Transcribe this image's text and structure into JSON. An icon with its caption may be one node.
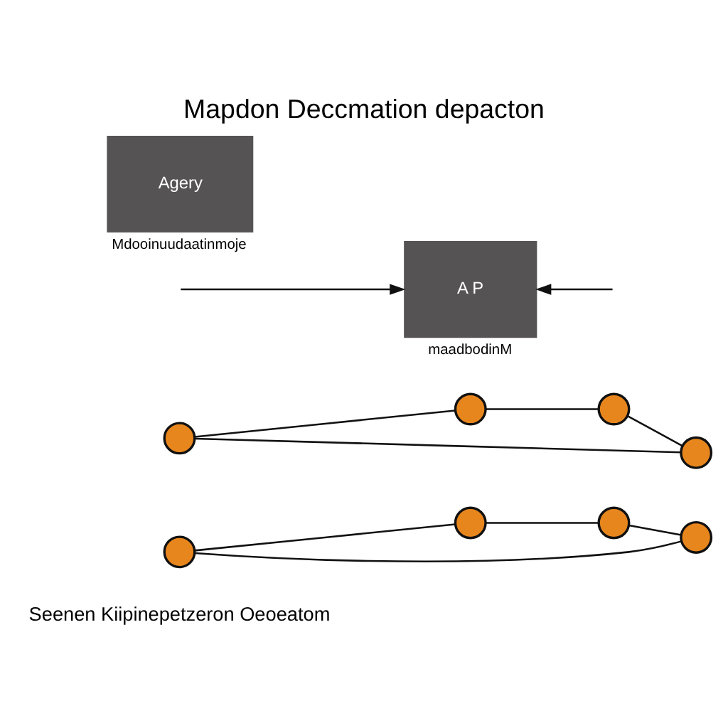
{
  "diagram": {
    "title": "Mapdon Deccmation depacton",
    "nodes": [
      {
        "text": [],
        "shape": "circle"
      },
      {
        "text": [],
        "shape": "circle"
      },
      {
        "text": [],
        "shape": "circle"
      },
      {
        "text": [],
        "shape": "circle"
      },
      {
        "text": [],
        "shape": "circle"
      },
      {
        "text": [],
        "shape": "circle"
      },
      {
        "text": [],
        "shape": "circle"
      },
      {
        "text": [],
        "shape": "circle"
      },
      {
        "text": [
          "A P"
        ],
        "beside": [
          "maadbodinM"
        ]
      },
      {
        "text": [
          "Agery"
        ],
        "beside": [
          "Mdooinuudaatinmoje"
        ]
      }
    ],
    "edges": [
      {
        "from": 0,
        "to": 2,
        "arrow": "none"
      },
      {
        "from": 2,
        "to": 3,
        "arrow": "none"
      },
      {
        "from": 3,
        "to": 1,
        "arrow": "none"
      },
      {
        "from": 1,
        "to": 0,
        "arrow": "none"
      },
      {
        "from": 4,
        "to": 6,
        "arrow": "none"
      },
      {
        "from": 6,
        "to": 7,
        "arrow": "none"
      },
      {
        "from": 7,
        "to": 5,
        "arrow": "none"
      },
      {
        "from": 5,
        "to": 4,
        "arrow": "none"
      },
      {
        "from": null,
        "to": 8,
        "arrow": "to"
      },
      {
        "from": null,
        "to": 8,
        "arrow": "to"
      }
    ],
    "labels": [
      "Seenen Kiipinepetzeron Oeoeatom"
    ]
  }
}
